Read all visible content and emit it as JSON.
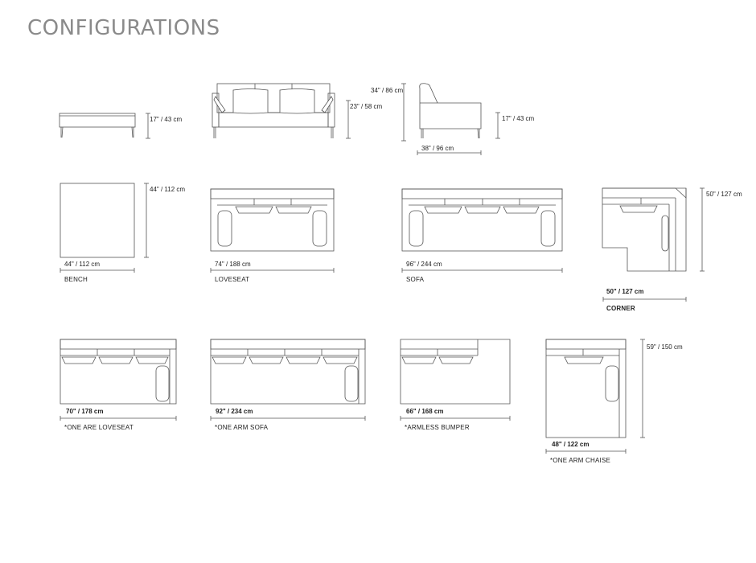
{
  "title": "CONFIGURATIONS",
  "elevations": {
    "bench_height": "17\" / 43 cm",
    "sofa_back_height": "34\" / 86 cm",
    "sofa_seat_height": "23\" / 58 cm",
    "side_seat_height": "17\" / 43 cm",
    "side_depth": "38\" / 96 cm"
  },
  "configs": {
    "bench": {
      "name": "BENCH",
      "width": "44\" / 112 cm",
      "depth": "44\" / 112 cm"
    },
    "loveseat": {
      "name": "LOVESEAT",
      "width": "74\" / 188 cm"
    },
    "sofa": {
      "name": "SOFA",
      "width": "96\" / 244 cm"
    },
    "corner": {
      "name": "CORNER",
      "width": "50\" / 127 cm",
      "depth": "50\" / 127 cm"
    },
    "one_arm_loveseat": {
      "name": "*ONE ARE LOVESEAT",
      "width": "70\" / 178 cm"
    },
    "one_arm_sofa": {
      "name": "*ONE ARM SOFA",
      "width": "92\" / 234 cm"
    },
    "armless_bumper": {
      "name": "*ARMLESS BUMPER",
      "width": "66\" / 168 cm"
    },
    "one_arm_chaise": {
      "name": "*ONE ARM CHAISE",
      "width": "48\" / 122 cm",
      "depth": "59\" / 150 cm"
    }
  }
}
